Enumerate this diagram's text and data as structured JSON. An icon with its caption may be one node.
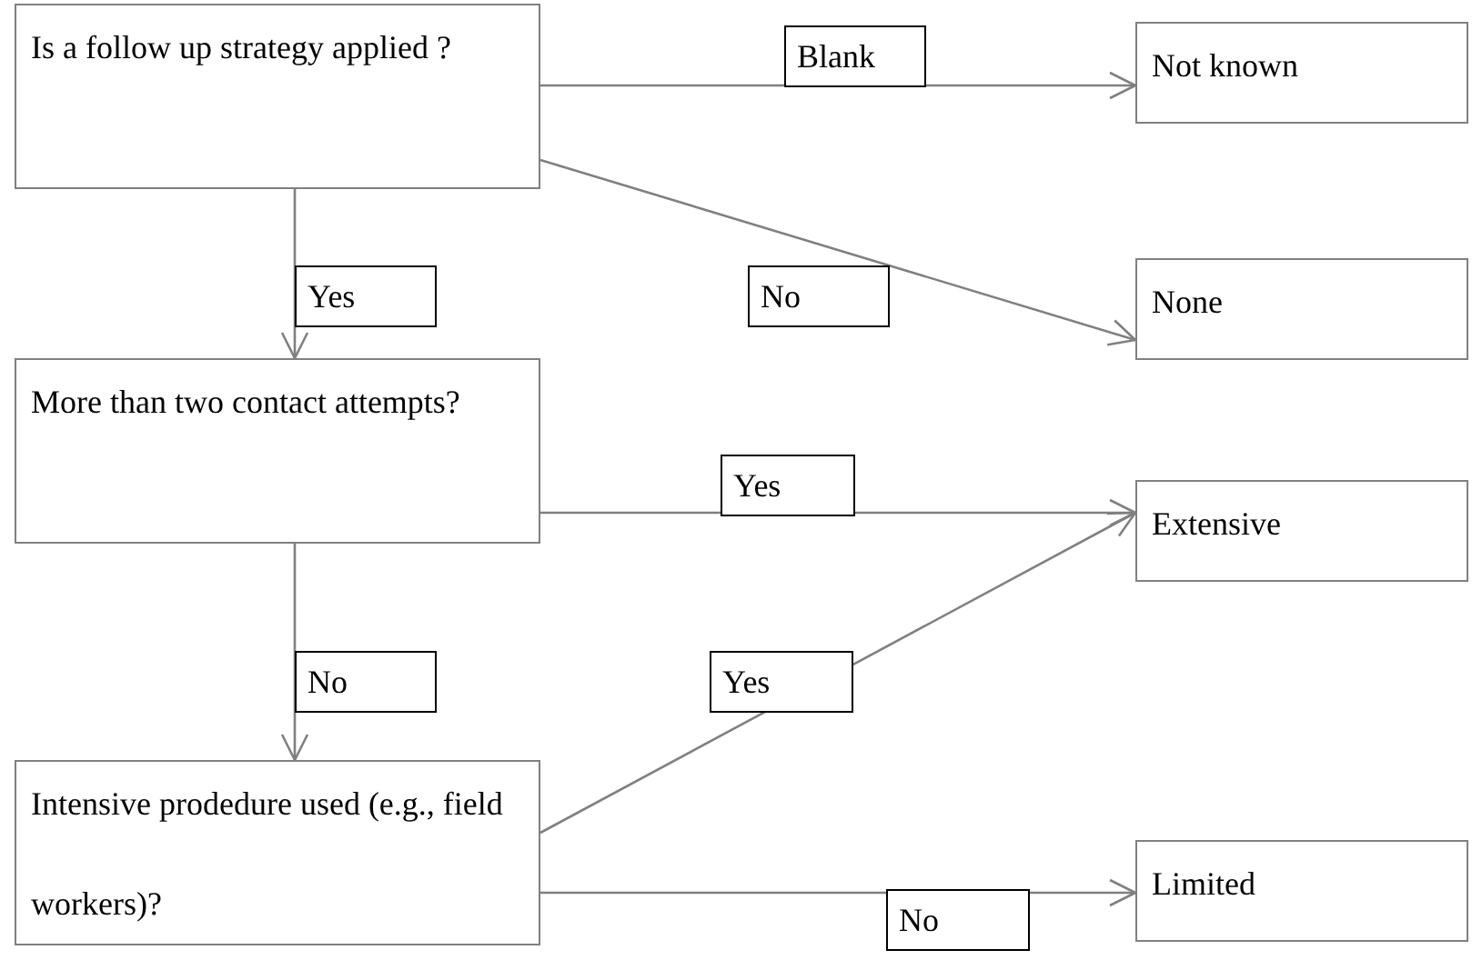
{
  "diagram": {
    "nodes": [
      {
        "text": [
          "Is a follow up strategy applied ?"
        ]
      },
      {
        "text": [
          "Not known"
        ]
      },
      {
        "text": [
          "None"
        ]
      },
      {
        "text": [
          "More than two contact attempts?"
        ]
      },
      {
        "text": [
          "Extensive"
        ]
      },
      {
        "text": [
          "Intensive prodedure used (e.g., field workers)?"
        ]
      },
      {
        "text": [
          "Limited"
        ]
      }
    ],
    "edges": [
      {
        "from": 0,
        "to": 1,
        "arrow": "to",
        "label": "Blank"
      },
      {
        "from": 0,
        "to": 2,
        "arrow": "to",
        "label": "No"
      },
      {
        "from": 0,
        "to": 3,
        "arrow": "to",
        "label": "Yes"
      },
      {
        "from": 3,
        "to": 4,
        "arrow": "to",
        "label": "Yes"
      },
      {
        "from": 3,
        "to": 5,
        "arrow": "to",
        "label": "No"
      },
      {
        "from": 5,
        "to": 4,
        "arrow": "to",
        "label": "Yes"
      },
      {
        "from": 5,
        "to": 6,
        "arrow": "to",
        "label": "No"
      }
    ]
  }
}
